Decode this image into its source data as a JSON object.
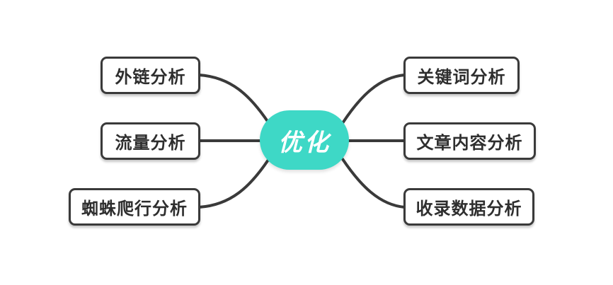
{
  "diagram": {
    "type": "mindmap",
    "center": {
      "label": "优化",
      "fill_color": "#3ed8c6",
      "text_color": "#ffffff"
    },
    "left_nodes": [
      {
        "label": "外链分析"
      },
      {
        "label": "流量分析"
      },
      {
        "label": "蜘蛛爬行分析"
      }
    ],
    "right_nodes": [
      {
        "label": "关键词分析"
      },
      {
        "label": "文章内容分析"
      },
      {
        "label": "收录数据分析"
      }
    ],
    "colors": {
      "background": "#ffffff",
      "node_fill": "#ffffff",
      "node_border": "#3a3a3a",
      "node_text": "#2e2e2e",
      "connector": "#3a3a3a",
      "center_fill": "#3ed8c6",
      "center_text": "#ffffff"
    }
  }
}
